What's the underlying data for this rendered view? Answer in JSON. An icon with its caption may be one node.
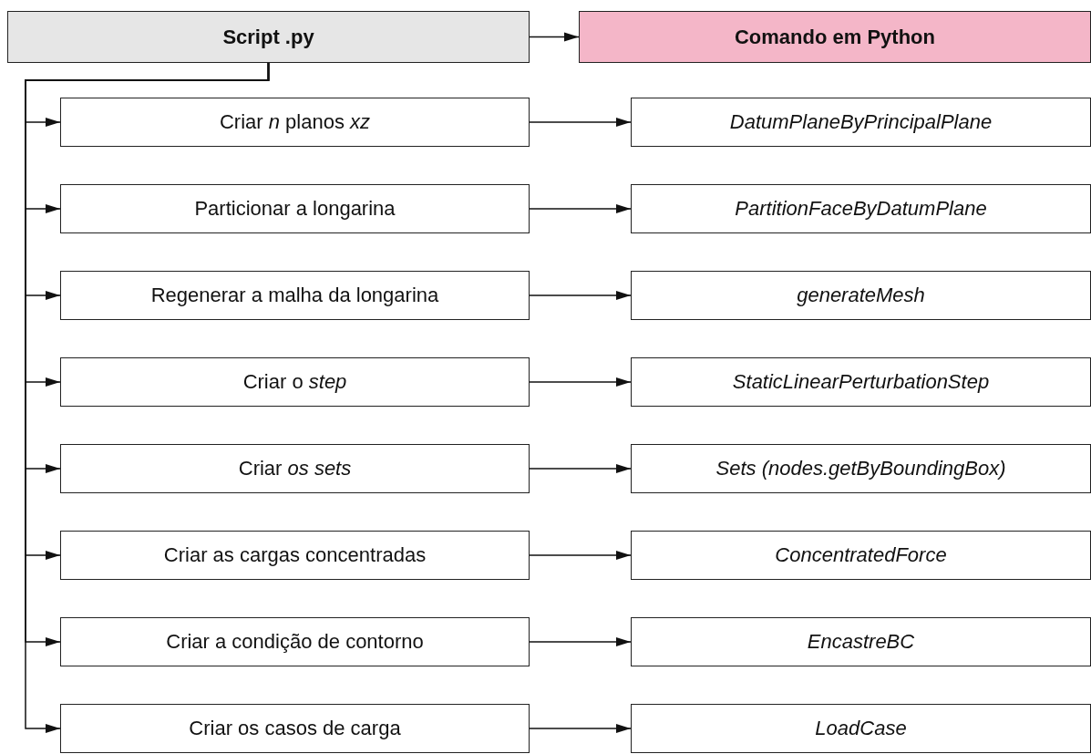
{
  "diagram": {
    "nodes": [
      {
        "text": [
          "Script .py"
        ]
      },
      {
        "text": [
          "Comando em Python"
        ]
      },
      {
        "text": [
          "Criar *n* planos *xz*"
        ]
      },
      {
        "text": [
          "DatumPlaneByPrincipalPlane"
        ]
      },
      {
        "text": [
          "Particionar a longarina"
        ]
      },
      {
        "text": [
          "PartitionFaceByDatumPlane"
        ]
      },
      {
        "text": [
          "Regenerar a malha da longarina"
        ]
      },
      {
        "text": [
          "generateMesh"
        ]
      },
      {
        "text": [
          "Criar o *step*"
        ]
      },
      {
        "text": [
          "StaticLinearPerturbationStep"
        ]
      },
      {
        "text": [
          "Criar *os sets*"
        ]
      },
      {
        "text": [
          "Sets (nodes.getByBoundingBox)"
        ]
      },
      {
        "text": [
          "Criar as cargas concentradas"
        ]
      },
      {
        "text": [
          "ConcentratedForce"
        ]
      },
      {
        "text": [
          "Criar a condição de contorno"
        ]
      },
      {
        "text": [
          "EncastreBC"
        ]
      },
      {
        "text": [
          "Criar os casos de carga"
        ]
      },
      {
        "text": [
          "LoadCase"
        ]
      }
    ],
    "edges": [
      {
        "from": 0,
        "to": 1,
        "arrow": "to"
      },
      {
        "from": 0,
        "to": 2,
        "arrow": "to"
      },
      {
        "from": 2,
        "to": 3,
        "arrow": "to"
      },
      {
        "from": 0,
        "to": 4,
        "arrow": "to"
      },
      {
        "from": 4,
        "to": 5,
        "arrow": "to"
      },
      {
        "from": 0,
        "to": 6,
        "arrow": "to"
      },
      {
        "from": 6,
        "to": 7,
        "arrow": "to"
      },
      {
        "from": 0,
        "to": 8,
        "arrow": "to"
      },
      {
        "from": 8,
        "to": 9,
        "arrow": "to"
      },
      {
        "from": 0,
        "to": 10,
        "arrow": "to"
      },
      {
        "from": 10,
        "to": 11,
        "arrow": "to"
      },
      {
        "from": 0,
        "to": 12,
        "arrow": "to"
      },
      {
        "from": 12,
        "to": 13,
        "arrow": "to"
      },
      {
        "from": 0,
        "to": 14,
        "arrow": "to"
      },
      {
        "from": 14,
        "to": 15,
        "arrow": "to"
      },
      {
        "from": 0,
        "to": 16,
        "arrow": "to"
      },
      {
        "from": 16,
        "to": 17,
        "arrow": "to"
      }
    ]
  }
}
